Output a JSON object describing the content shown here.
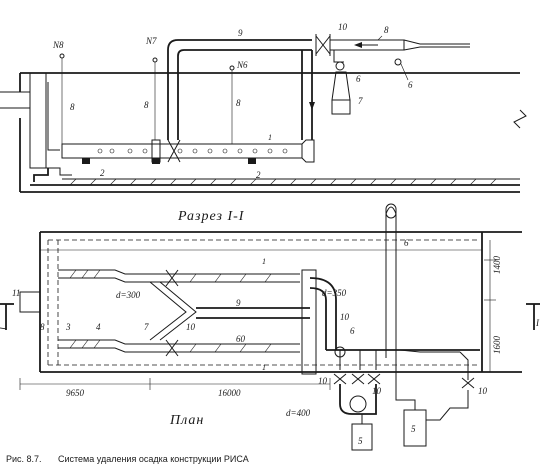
{
  "labels": {
    "n8": "N8",
    "n7": "N7",
    "n6": "N6",
    "c10a": "10",
    "c8a": "8",
    "c9a": "9",
    "c6a": "6",
    "c6b": "6",
    "c7a": "7",
    "c8b": "8",
    "c8c": "8",
    "c8d": "8",
    "c1a": "1",
    "c2a": "2",
    "c2b": "2",
    "c6c": "6",
    "c1b": "1",
    "c1c": "1",
    "c11": "11",
    "c9b": "9",
    "c10b": "10",
    "c10c": "10",
    "c6d": "6",
    "c8e": "8",
    "c3": "3",
    "c4": "4",
    "c7b": "7",
    "c60": "60",
    "c10d": "10",
    "c10e": "10",
    "c10f": "10",
    "c5a": "5",
    "c5b": "5",
    "roman1": "I",
    "roman1b": "I"
  },
  "dims": {
    "d300": "d=300",
    "d350": "d=350",
    "d400": "d=400",
    "dim1400": "1400",
    "dim1600": "1600",
    "dim9650": "9650",
    "dim16000": "16000"
  },
  "titles": {
    "section": "Разрез I-I",
    "plan": "План"
  },
  "caption": {
    "number": "Рис. 8.7.",
    "text": "Система удаления осадка конструкции РИСА"
  }
}
